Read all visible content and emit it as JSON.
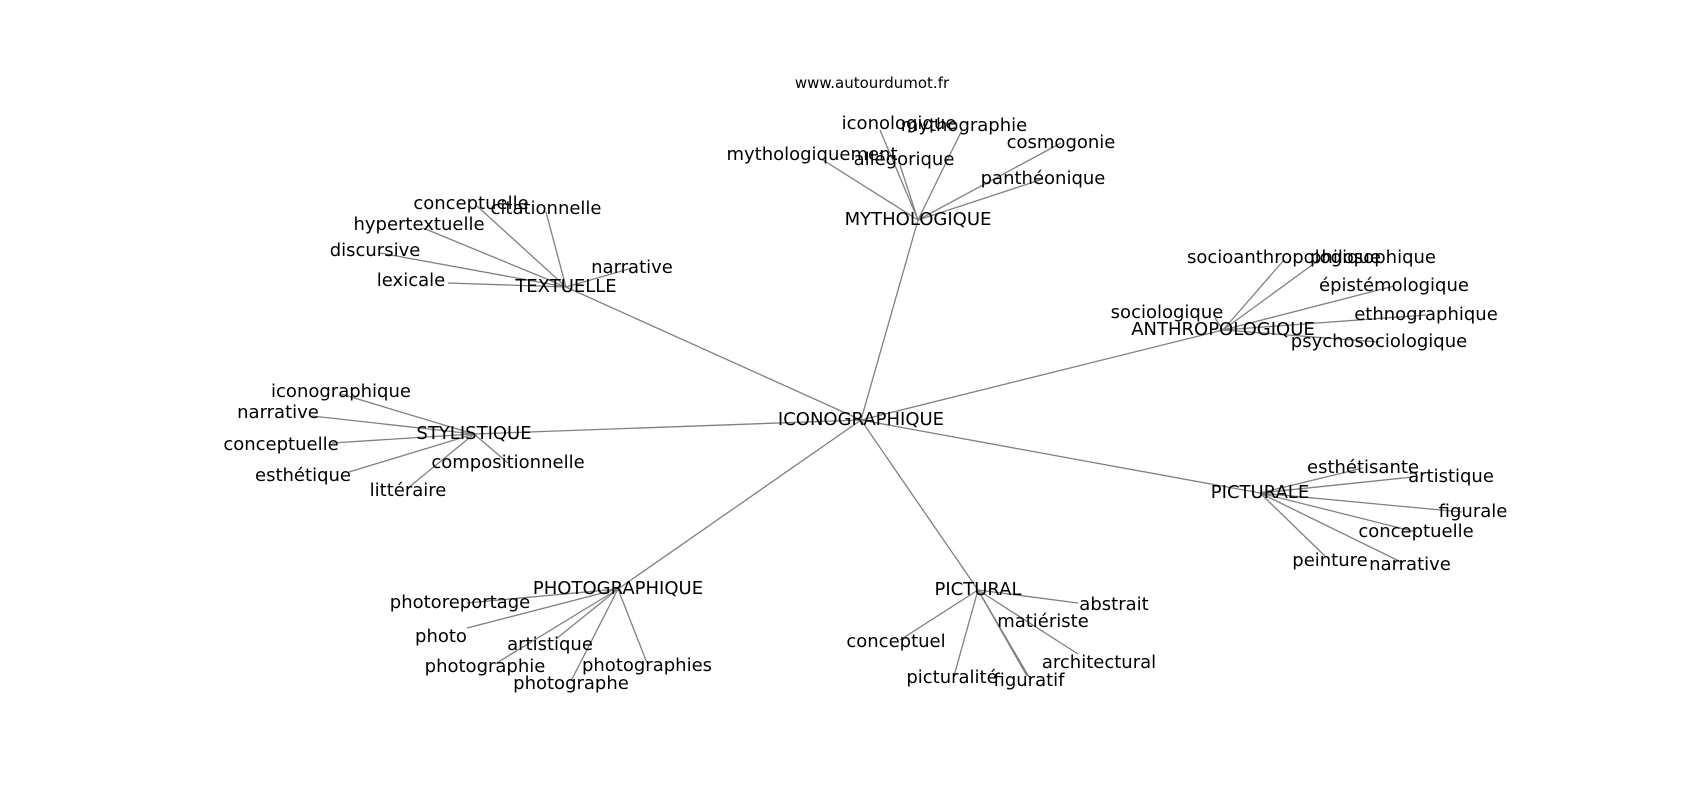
{
  "credit": "www.autourdumot.fr",
  "center": "ICONOGRAPHIQUE",
  "clusters": [
    {
      "hub": "MYTHOLOGIQUE",
      "leaves": [
        "iconologique",
        "mythographie",
        "cosmogonie",
        "mythologiquement",
        "allégorique",
        "panthéonique"
      ]
    },
    {
      "hub": "TEXTUELLE",
      "leaves": [
        "conceptuelle",
        "citationnelle",
        "hypertextuelle",
        "discursive",
        "narrative",
        "lexicale"
      ]
    },
    {
      "hub": "ANTHROPOLOGIQUE",
      "leaves": [
        "socioanthropologique",
        "philosophique",
        "épistémologique",
        "sociologique",
        "ethnographique",
        "psychosociologique"
      ]
    },
    {
      "hub": "STYLISTIQUE",
      "leaves": [
        "iconographique",
        "narrative",
        "conceptuelle",
        "compositionnelle",
        "esthétique",
        "littéraire"
      ]
    },
    {
      "hub": "PICTURALE",
      "leaves": [
        "esthétisante",
        "artistique",
        "figurale",
        "conceptuelle",
        "peinture",
        "narrative"
      ]
    },
    {
      "hub": "PHOTOGRAPHIQUE",
      "leaves": [
        "photoreportage",
        "photo",
        "artistique",
        "photographie",
        "photographies",
        "photographe"
      ]
    },
    {
      "hub": "PICTURAL",
      "leaves": [
        "abstrait",
        "matiériste",
        "conceptuel",
        "architectural",
        "picturalité",
        "figuratif"
      ]
    }
  ]
}
